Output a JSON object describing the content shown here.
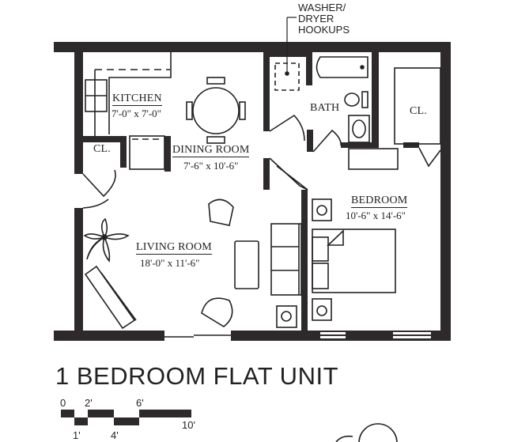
{
  "title": "1 BEDROOM FLAT UNIT",
  "callout": {
    "lines": [
      "WASHER/",
      "DRYER",
      "HOOKUPS"
    ]
  },
  "rooms": {
    "kitchen": {
      "name": "KITCHEN",
      "dims": "7'-0\" x 7'-0\""
    },
    "dining": {
      "name": "DINING ROOM",
      "dims": "7'-6\" x 10'-6\""
    },
    "living": {
      "name": "LIVING ROOM",
      "dims": "18'-0\" x 11'-6\""
    },
    "bedroom": {
      "name": "BEDROOM",
      "dims": "10'-6\" x 14'-6\""
    },
    "bath": {
      "name": "BATH"
    },
    "closet_kitchen": {
      "name": "CL."
    },
    "closet_bedroom": {
      "name": "CL."
    }
  },
  "scale_bar": {
    "labels_top": [
      "0",
      "2'",
      "6'"
    ],
    "labels_bottom": [
      "1'",
      "4'",
      "10'"
    ]
  },
  "colors": {
    "wall": "#2e2a2b",
    "line": "#222222",
    "background": "#ffffff"
  }
}
